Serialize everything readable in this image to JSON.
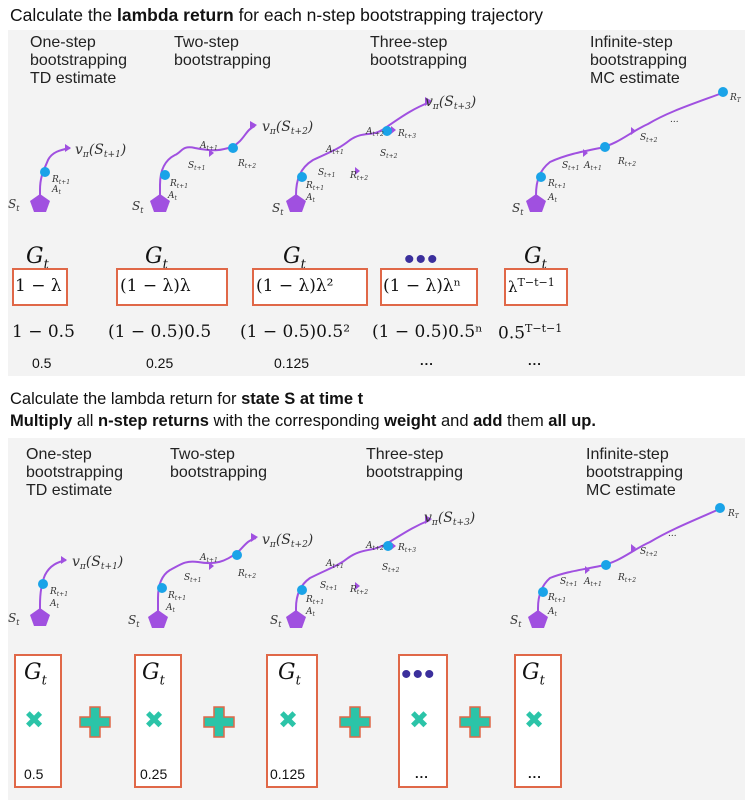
{
  "section1": {
    "title_pre": "Calculate the ",
    "title_bold": "lambda return",
    "title_post": " for each n-step bootstrapping trajectory",
    "columns": [
      {
        "label": [
          "One-step",
          "bootstrapping",
          "TD estimate"
        ],
        "g": "G",
        "weight": "1 − λ",
        "numeric": "1 − 0.5",
        "value": "0.5"
      },
      {
        "label": [
          "Two-step",
          "bootstrapping"
        ],
        "g": "G",
        "weight": "(1 − λ)λ",
        "numeric": "(1 − 0.5)0.5",
        "value": "0.25"
      },
      {
        "label": [
          "Three-step",
          "bootstrapping"
        ],
        "g": "G",
        "weight": "(1 − λ)λ²",
        "numeric": "(1 − 0.5)0.5²",
        "value": "0.125"
      },
      {
        "label": [],
        "g": "•••",
        "weight": "(1 − λ)λⁿ",
        "numeric": "(1 − 0.5)0.5ⁿ",
        "value": "..."
      },
      {
        "label": [
          "Infinite-step",
          "bootstrapping",
          "MC estimate"
        ],
        "g": "G",
        "weight": "λ^{T−t−1}",
        "numeric": "0.5^{T−t−1}",
        "value": "..."
      }
    ]
  },
  "section2": {
    "line1_pre": "Calculate the lambda return for ",
    "line1_bold": "state S at time t",
    "line2_parts": [
      {
        "t": "Multiply",
        "b": true
      },
      {
        "t": " all ",
        "b": false
      },
      {
        "t": "n-step returns",
        "b": true
      },
      {
        "t": " with the corresponding ",
        "b": false
      },
      {
        "t": "weight",
        "b": true
      },
      {
        "t": " and ",
        "b": false
      },
      {
        "t": "add",
        "b": true
      },
      {
        "t": " them ",
        "b": false
      },
      {
        "t": "all up.",
        "b": true
      }
    ],
    "columns": [
      {
        "label": [
          "One-step",
          "bootstrapping",
          "TD estimate"
        ],
        "value": "0.5"
      },
      {
        "label": [
          "Two-step",
          "bootstrapping"
        ],
        "value": "0.25"
      },
      {
        "label": [
          "Three-step",
          "bootstrapping"
        ],
        "value": "0.125"
      },
      {
        "label": [],
        "value": "..."
      },
      {
        "label": [
          "Infinite-step",
          "bootstrapping",
          "MC estimate"
        ],
        "value": "..."
      }
    ]
  },
  "symbols": {
    "G": "G",
    "t": "t",
    "S_t": "S",
    "A_t": "A",
    "R": "R",
    "v1": "v_π(S_{t+1})",
    "v2": "v_π(S_{t+2})",
    "v3": "v_π(S_{t+3})",
    "R_T": "R_T",
    "ellipsis": "...",
    "times": "✖",
    "plus": "✚"
  },
  "colors": {
    "node": "#a050e0",
    "dot": "#1aa3e8",
    "box": "#e06848",
    "times": "#2bc4a8",
    "plus_fill": "#2bc4a8",
    "plus_edge": "#e06848",
    "panel": "#f3f3f3"
  }
}
